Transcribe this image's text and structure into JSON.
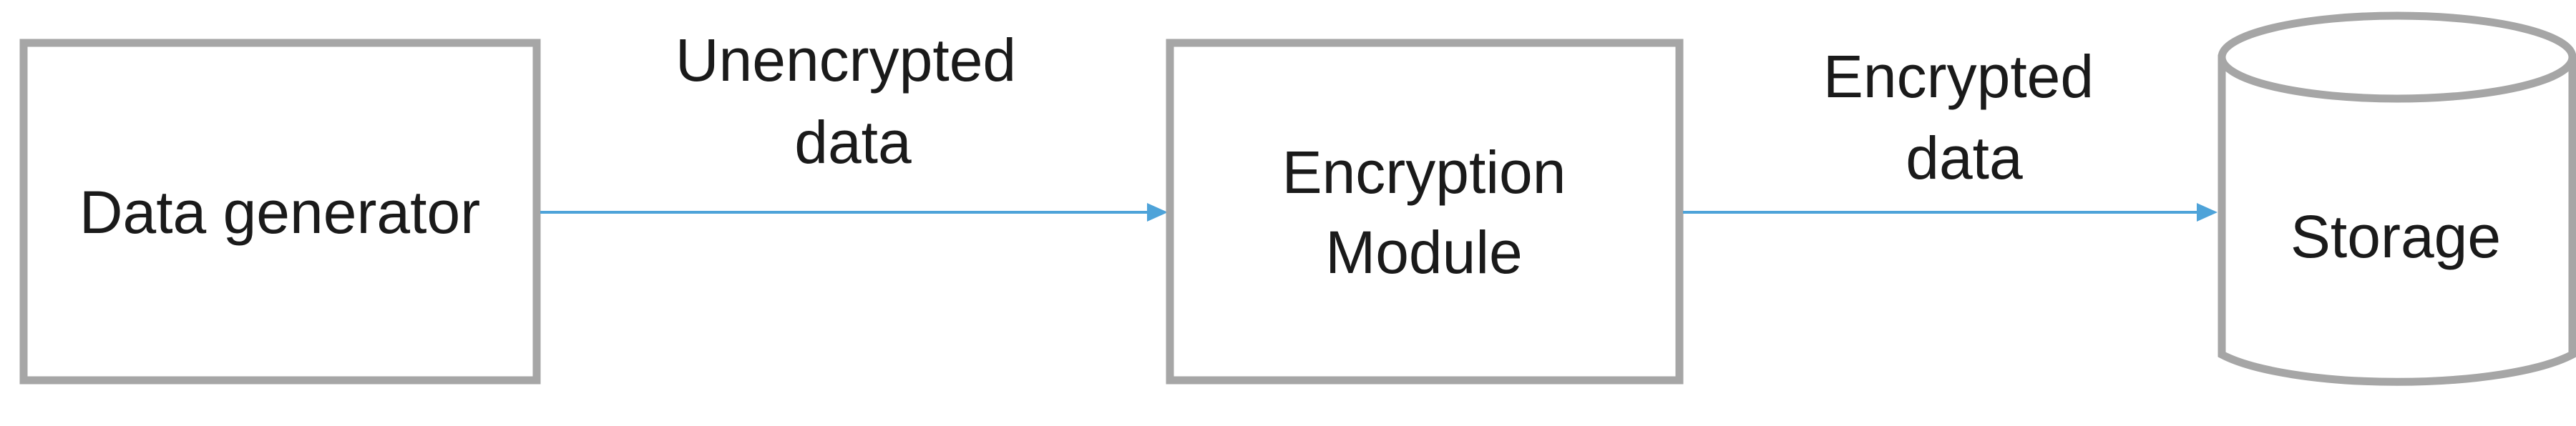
{
  "nodes": {
    "generator": {
      "label": "Data generator"
    },
    "encryption": {
      "line1": "Encryption",
      "line2": "Module"
    },
    "storage": {
      "label": "Storage"
    }
  },
  "edges": {
    "unencrypted": {
      "line1": "Unencrypted",
      "line2": "data"
    },
    "encrypted": {
      "line1": "Encrypted",
      "line2": "data"
    }
  },
  "colors": {
    "box_stroke": "#a6a6a6",
    "arrow": "#4ea3d9",
    "text": "#1a1a1a"
  }
}
